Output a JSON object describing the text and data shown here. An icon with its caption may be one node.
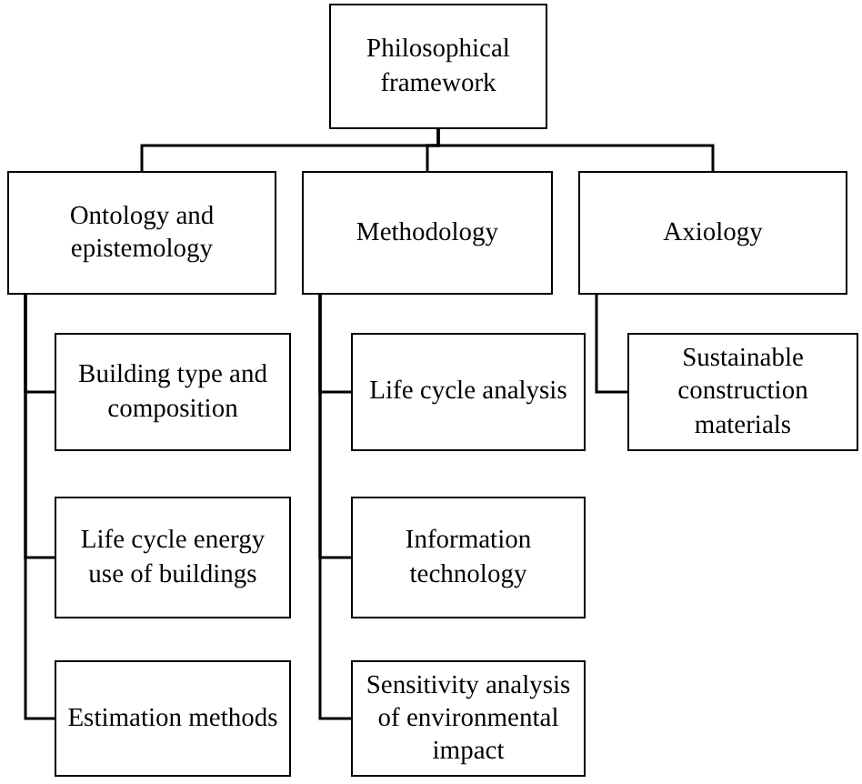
{
  "diagram": {
    "nodes": [
      {
        "text": [
          "Philosophical framework"
        ]
      },
      {
        "text": [
          "Ontology and epistemology"
        ]
      },
      {
        "text": [
          "Methodology"
        ]
      },
      {
        "text": [
          "Axiology"
        ]
      },
      {
        "text": [
          "Building type and composition"
        ]
      },
      {
        "text": [
          "Life cycle energy use of buildings"
        ]
      },
      {
        "text": [
          "Estimation methods"
        ]
      },
      {
        "text": [
          "Life cycle analysis"
        ]
      },
      {
        "text": [
          "Information technology"
        ]
      },
      {
        "text": [
          "Sensitivity analysis of environmental impact"
        ]
      },
      {
        "text": [
          "Sustainable construction materials"
        ]
      }
    ],
    "edges": [
      {
        "from": 0,
        "to": 1,
        "arrow": "none"
      },
      {
        "from": 0,
        "to": 2,
        "arrow": "none"
      },
      {
        "from": 0,
        "to": 3,
        "arrow": "none"
      },
      {
        "from": 1,
        "to": 4,
        "arrow": "none"
      },
      {
        "from": 1,
        "to": 5,
        "arrow": "none"
      },
      {
        "from": 1,
        "to": 6,
        "arrow": "none"
      },
      {
        "from": 2,
        "to": 7,
        "arrow": "none"
      },
      {
        "from": 2,
        "to": 8,
        "arrow": "none"
      },
      {
        "from": 2,
        "to": 9,
        "arrow": "none"
      },
      {
        "from": 3,
        "to": 10,
        "arrow": "none"
      }
    ]
  }
}
